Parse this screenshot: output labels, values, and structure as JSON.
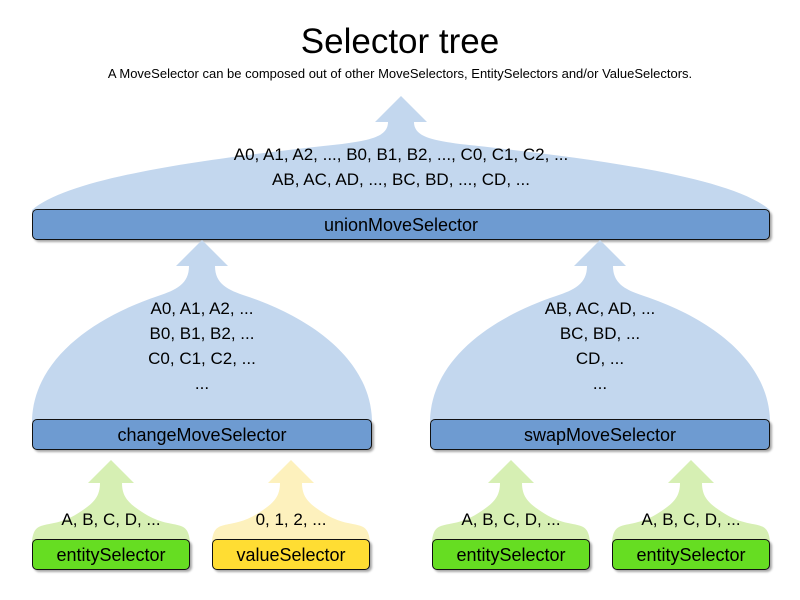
{
  "header": {
    "title": "Selector tree",
    "subtitle": "A MoveSelector can be composed out of other MoveSelectors, EntitySelectors and/or ValueSelectors."
  },
  "colors": {
    "background": "#ffffff",
    "move_selector_body": "#c3d7ee",
    "move_selector_bar": "#6e9bd1",
    "entity_selector_body": "#d6efb3",
    "entity_selector_bar": "#66dd22",
    "value_selector_body": "#fdf1bd",
    "value_selector_bar": "#ffdd33",
    "outline": "#111111",
    "text": "#000000"
  },
  "diagram": {
    "type": "tree",
    "arrow_direction": "upward",
    "levels": 3,
    "nodes": [
      {
        "id": "unionMoveSelector",
        "label": "unionMoveSelector",
        "kind": "move-selector",
        "level": 0,
        "lines": [
          "A0, A1, A2, ..., B0, B1, B2, ..., C0, C1, C2, ...",
          "AB, AC, AD, ..., BC, BD, ..., CD, ..."
        ],
        "children": [
          "changeMoveSelector",
          "swapMoveSelector"
        ]
      },
      {
        "id": "changeMoveSelector",
        "label": "changeMoveSelector",
        "kind": "move-selector",
        "level": 1,
        "lines": [
          "A0, A1, A2, ...",
          "B0, B1, B2, ...",
          "C0, C1, C2, ...",
          "..."
        ],
        "children": [
          "entitySelector-1",
          "valueSelector-1"
        ]
      },
      {
        "id": "swapMoveSelector",
        "label": "swapMoveSelector",
        "kind": "move-selector",
        "level": 1,
        "lines": [
          "AB, AC, AD, ...",
          "BC, BD, ...",
          "CD, ...",
          "..."
        ],
        "children": [
          "entitySelector-2",
          "entitySelector-3"
        ]
      },
      {
        "id": "entitySelector-1",
        "label": "entitySelector",
        "kind": "entity-selector",
        "level": 2,
        "lines": [
          "A, B, C, D, ..."
        ],
        "children": []
      },
      {
        "id": "valueSelector-1",
        "label": "valueSelector",
        "kind": "value-selector",
        "level": 2,
        "lines": [
          "0, 1, 2, ..."
        ],
        "children": []
      },
      {
        "id": "entitySelector-2",
        "label": "entitySelector",
        "kind": "entity-selector",
        "level": 2,
        "lines": [
          "A, B, C, D, ..."
        ],
        "children": []
      },
      {
        "id": "entitySelector-3",
        "label": "entitySelector",
        "kind": "entity-selector",
        "level": 2,
        "lines": [
          "A, B, C, D, ..."
        ],
        "children": []
      }
    ]
  },
  "union": {
    "label": "unionMoveSelector",
    "line0": "A0, A1, A2, ..., B0, B1, B2, ..., C0, C1, C2, ...",
    "line1": "AB, AC, AD, ..., BC, BD, ..., CD, ..."
  },
  "change": {
    "label": "changeMoveSelector",
    "line0": "A0, A1, A2, ...",
    "line1": "B0, B1, B2, ...",
    "line2": "C0, C1, C2, ...",
    "line3": "..."
  },
  "swap": {
    "label": "swapMoveSelector",
    "line0": "AB, AC, AD, ...",
    "line1": "BC, BD, ...",
    "line2": "CD, ...",
    "line3": "..."
  },
  "entity1": {
    "label": "entitySelector",
    "line0": "A, B, C, D, ..."
  },
  "value1": {
    "label": "valueSelector",
    "line0": "0, 1, 2, ..."
  },
  "entity2": {
    "label": "entitySelector",
    "line0": "A, B, C, D, ..."
  },
  "entity3": {
    "label": "entitySelector",
    "line0": "A, B, C, D, ..."
  }
}
